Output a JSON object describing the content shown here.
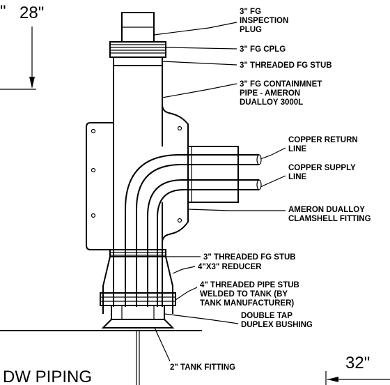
{
  "dimensions": {
    "left": "28\"",
    "left_prefix": "\"",
    "right": "32\""
  },
  "labels": {
    "inspection_plug_1": "3\" FG",
    "inspection_plug_2": "INSPECTION",
    "inspection_plug_3": "PLUG",
    "cplg": "3\" FG CPLG",
    "threaded_stub_top": "3\" THREADED FG STUB",
    "containment_1": "3\" FG CONTAINMNET",
    "containment_2": "PIPE - AMERON",
    "containment_3": "DUALLOY 3000L",
    "copper_return_1": "COPPER RETURN",
    "copper_return_2": "LINE",
    "copper_supply_1": "COPPER SUPPLY",
    "copper_supply_2": "LINE",
    "clamshell_1": "AMERON DUALLOY",
    "clamshell_2": "CLAMSHELL FITTING",
    "threaded_stub_bottom": "3\" THREADED FG STUB",
    "reducer": "4\"X3\" REDUCER",
    "pipe_stub_1": "4\" THREADED PIPE STUB",
    "pipe_stub_2": "WELDED TO TANK (BY",
    "pipe_stub_3": "TANK MANUFACTURER)",
    "duplex_1": "DOUBLE TAP",
    "duplex_2": "DUPLEX BUSHING",
    "tank_fitting": "2\" TANK FITTING"
  },
  "caption": "DW PIPING"
}
